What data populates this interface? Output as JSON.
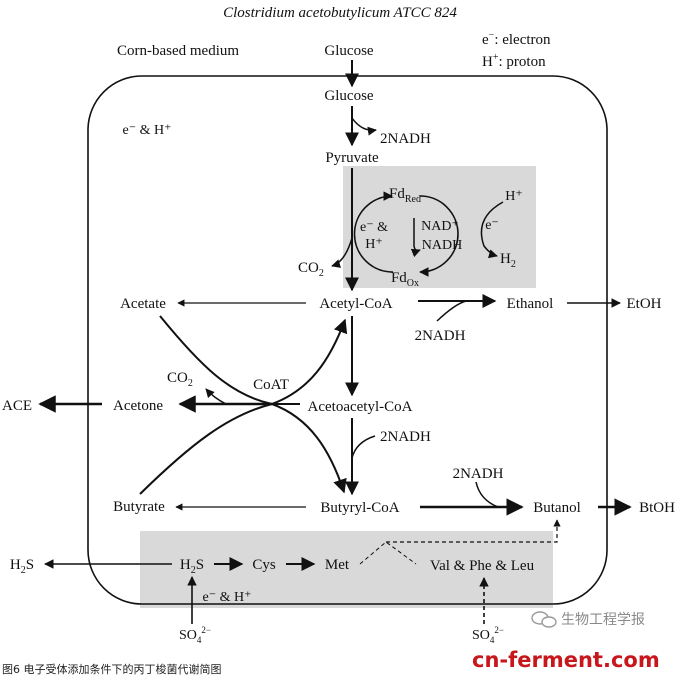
{
  "title": "Clostridium acetobutylicum ATCC 824",
  "medium": "Corn-based medium",
  "legend": {
    "electron_prefix": "e",
    "electron_sup": "−",
    "electron_desc": ": electron",
    "proton_prefix": "H",
    "proton_sup": "+",
    "proton_desc": ": proton"
  },
  "cell_label": "e⁻ & H⁺",
  "nodes": {
    "glucose_out": "Glucose",
    "glucose_in": "Glucose",
    "pyruvate": "Pyruvate",
    "acetyl_coa": "Acetyl-CoA",
    "acetate": "Acetate",
    "ethanol": "Ethanol",
    "etoh": "EtOH",
    "acetoacetyl_coa": "Acetoacetyl-CoA",
    "acetone": "Acetone",
    "ace": "ACE",
    "coat": "CoAT",
    "butyrate": "Butyrate",
    "butyryl_coa": "Butyryl-CoA",
    "butanol": "Butanol",
    "btoh": "BtOH",
    "h2s_out": "H",
    "h2s_out_sub": "2",
    "h2s_out_tail": "S",
    "h2s_in": "H",
    "h2s_in_sub": "2",
    "h2s_in_tail": "S",
    "cys": "Cys",
    "met": "Met",
    "val_phe_leu": "Val & Phe & Leu",
    "so4": "SO",
    "so4_sub": "4",
    "so4_sup": "2−"
  },
  "cofactors": {
    "nadh_glycolysis": "2NADH",
    "nadh_ethanol": "2NADH",
    "nadh_acetoacetyl": "2NADH",
    "nadh_butanol": "2NADH",
    "co2_pyruvate": "CO",
    "co2_pyruvate_sub": "2",
    "co2_acetone": "CO",
    "co2_acetone_sub": "2",
    "sulfate_electrons": "e⁻ & H⁺"
  },
  "ferredoxin": {
    "fd_red": "Fd",
    "fd_red_sub": "Red",
    "fd_ox": "Fd",
    "fd_ox_sub": "Ox",
    "e_h_line1": "e⁻ &",
    "e_h_line2": "H⁺",
    "nad": "NAD⁺",
    "nadh": "NADH",
    "h_plus": "H⁺",
    "e_minus": "e⁻",
    "h2": "H",
    "h2_sub": "2"
  },
  "caption": "图6  电子受体添加条件下的丙丁梭菌代谢简图",
  "watermark": {
    "brand": "生物工程学报",
    "site": "cn-ferment.com"
  },
  "colors": {
    "shade": "#d9d9d9",
    "line": "#111111",
    "caption": "#222222",
    "site_red": "#c8161d",
    "site_grey": "#9a9a9a"
  }
}
